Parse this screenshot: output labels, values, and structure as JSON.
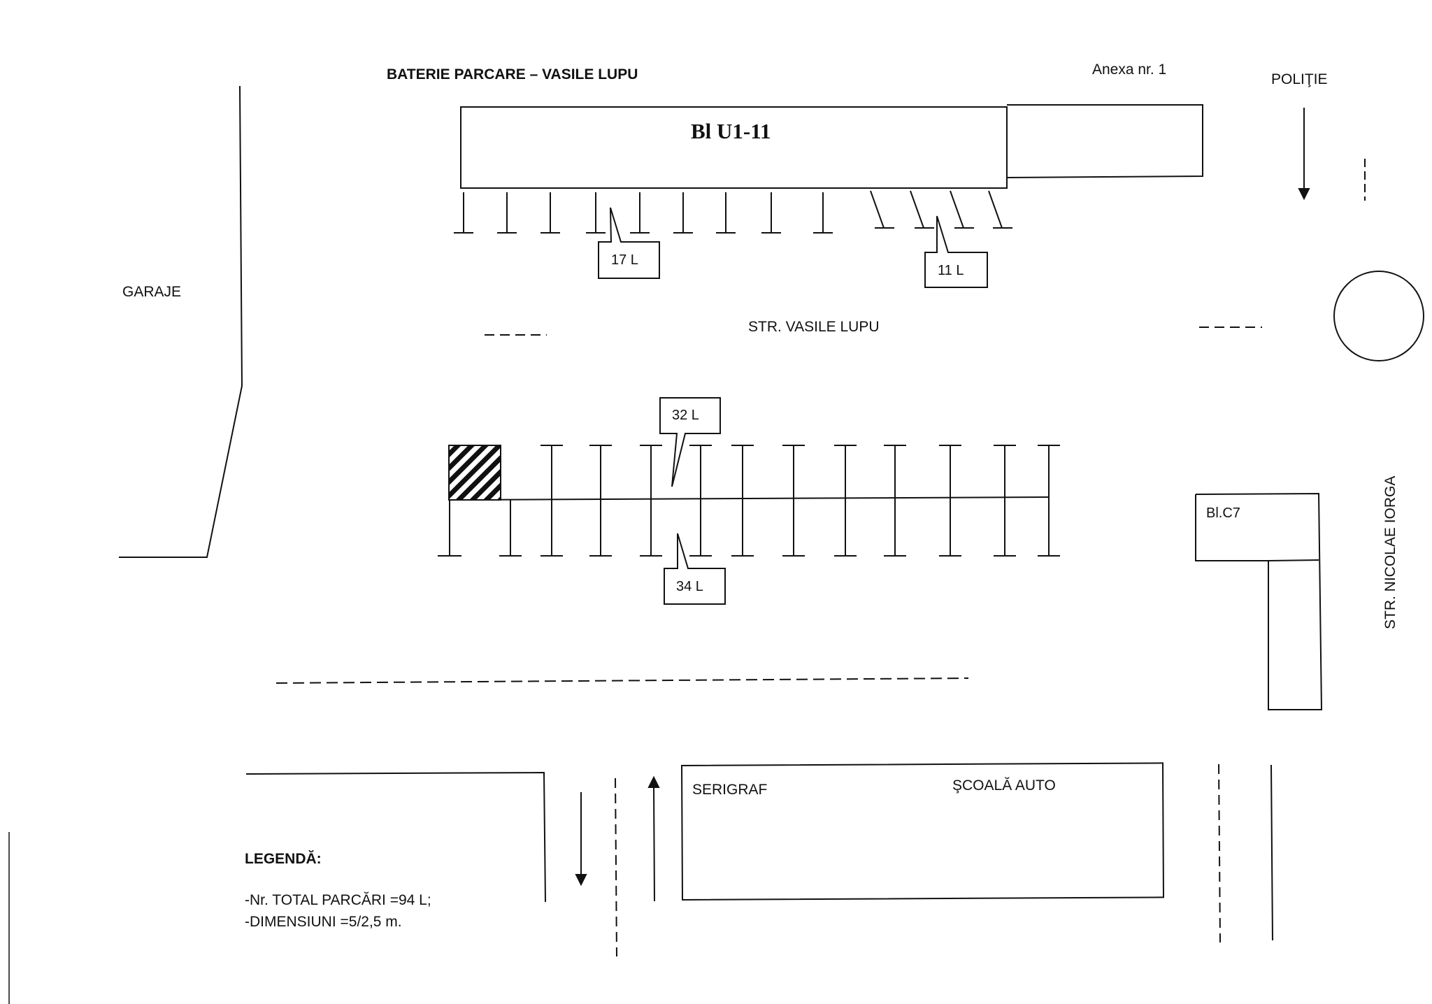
{
  "title": "BATERIE PARCARE – VASILE LUPU",
  "annex": "Anexa nr. 1",
  "buildings": {
    "block_u1": "Bl U1-11",
    "block_c7": "Bl.C7",
    "serigraf": "SERIGRAF",
    "scoala_auto": "ŞCOALĂ AUTO"
  },
  "areas": {
    "garaje": "GARAJE",
    "politie": "POLIŢIE"
  },
  "streets": {
    "vasile_lupu": "STR. VASILE  LUPU",
    "nicolae_iorga": "STR. NICOLAE  IORGA"
  },
  "callouts": {
    "top_straight": "17 L",
    "top_angled": "11 L",
    "middle_top": "32 L",
    "middle_bottom": "34 L"
  },
  "legend": {
    "heading": "LEGENDĂ:",
    "total": "-Nr. TOTAL PARCĂRI =94 L;",
    "dimensions": "-DIMENSIUNI =5/2,5 m."
  }
}
